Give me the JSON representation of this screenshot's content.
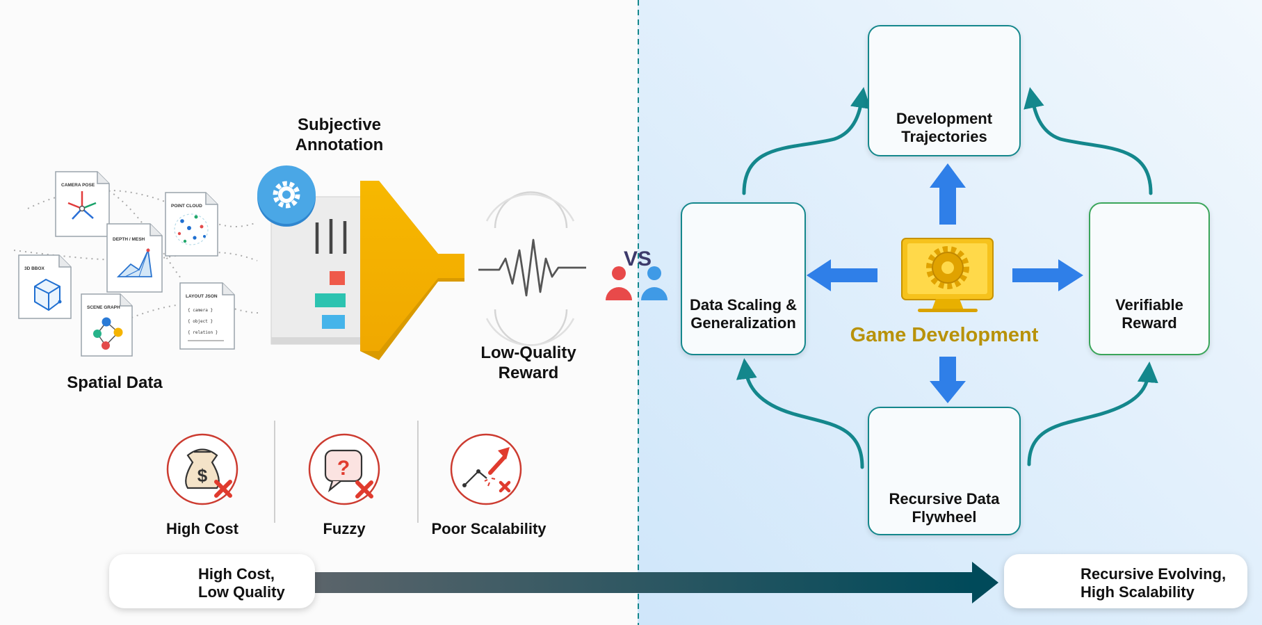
{
  "left": {
    "spatial_data_label": "Spatial Data",
    "annotation_label_line1": "Subjective",
    "annotation_label_line2": "Annotation",
    "reward_label_line1": "Low-Quality",
    "reward_label_line2": "Reward",
    "docs": {
      "camera_pose": "CAMERA POSE",
      "point_cloud": "POINT CLOUD",
      "depth_mesh": "DEPTH / MESH",
      "bbox_3d": "3D BBOX",
      "scene_graph": "SCENE GRAPH",
      "layout_json": "LAYOUT JSON",
      "json_line1": "{ camera }",
      "json_line2": "{ object }",
      "json_line3": "{ relation }"
    },
    "problems": [
      {
        "label": "High Cost",
        "icon": "money-bag-x-icon"
      },
      {
        "label": "Fuzzy",
        "icon": "question-bubble-x-icon"
      },
      {
        "label": "Poor Scalability",
        "icon": "broken-growth-arrow-icon"
      }
    ]
  },
  "vs_label": "VS",
  "right": {
    "center_label": "Game Development",
    "nodes": {
      "top": {
        "line1": "Development",
        "line2": "Trajectories"
      },
      "left": {
        "line1": "Data Scaling &",
        "line2": "Generalization"
      },
      "right": {
        "line1": "Verifiable",
        "line2": "Reward"
      },
      "bottom": {
        "line1": "Recursive Data",
        "line2": "Flywheel"
      }
    }
  },
  "bottom": {
    "left_pill": {
      "line1": "High Cost,",
      "line2": "Low Quality"
    },
    "right_pill": {
      "line1": "Recursive Evolving,",
      "line2": "High Scalability"
    }
  },
  "colors": {
    "teal": "#14878c",
    "blue_arrow": "#2f7fe8",
    "funnel_yellow": "#f5b400",
    "game_dev_gold": "#b8920a",
    "red": "#d93a2e",
    "green_check": "#1faa55",
    "right_bg": "#dcedfb"
  }
}
